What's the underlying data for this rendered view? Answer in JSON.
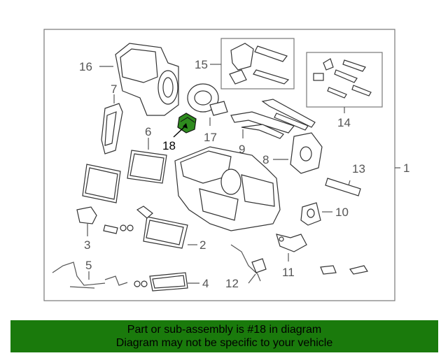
{
  "diagram": {
    "highlight_color": "#2e8b1e",
    "banner_color": "#1a7a0c",
    "callouts": {
      "c1": "1",
      "c2": "2",
      "c3": "3",
      "c4": "4",
      "c5": "5",
      "c6": "6",
      "c7": "7",
      "c8": "8",
      "c9": "9",
      "c10": "10",
      "c11": "11",
      "c12": "12",
      "c13": "13",
      "c14": "14",
      "c15": "15",
      "c16": "16",
      "c17": "17",
      "c18": "18"
    },
    "highlighted_part": "18"
  },
  "caption": {
    "line1": "Part or sub-assembly is #18 in diagram",
    "line2": "Diagram may not be specific to your vehicle"
  }
}
